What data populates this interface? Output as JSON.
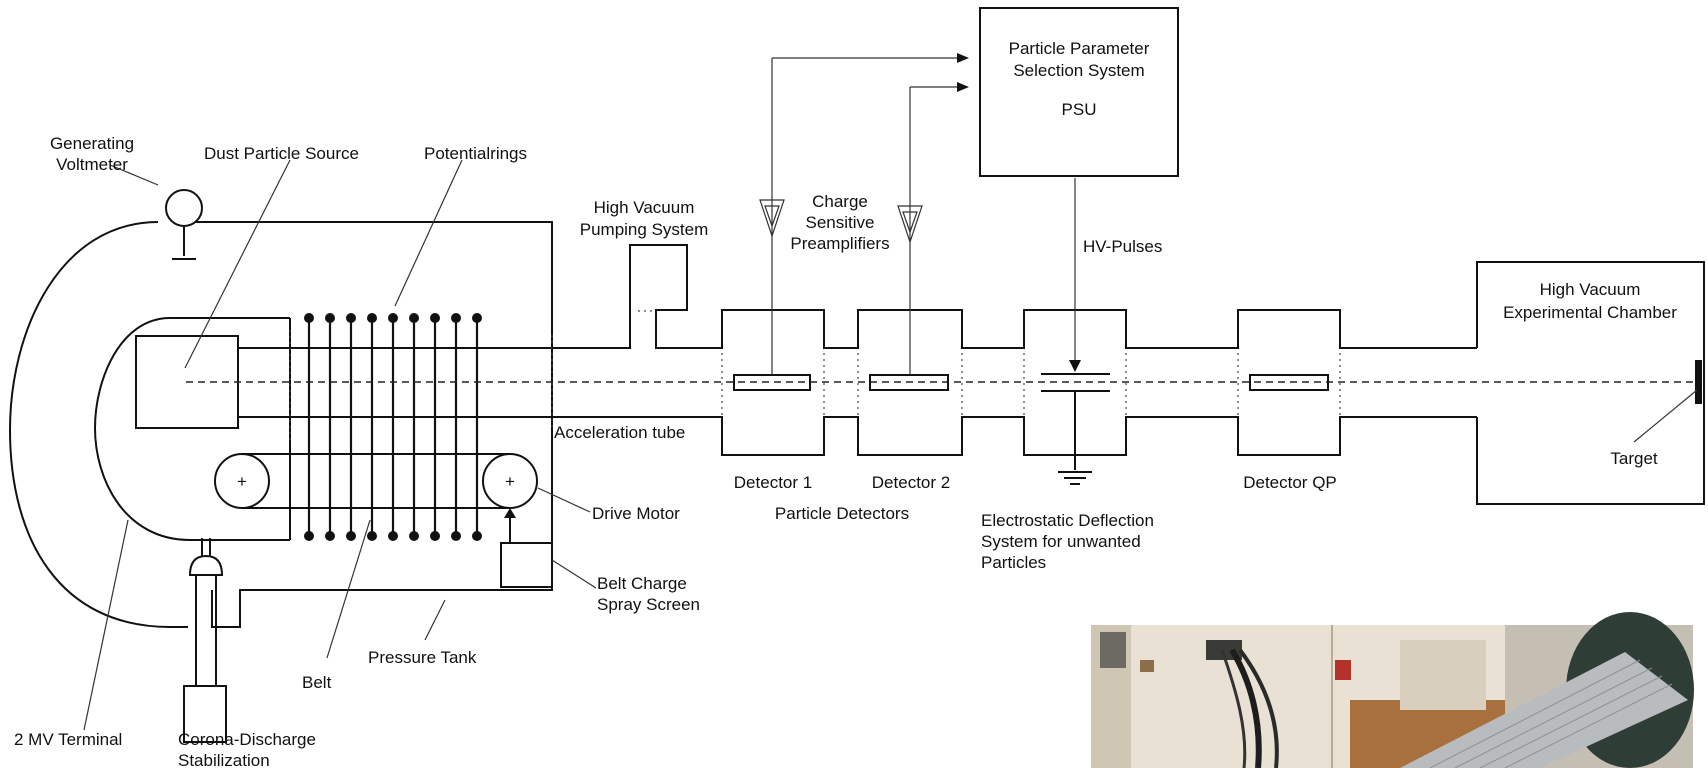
{
  "labels": {
    "generating_voltmeter_1": "Generating",
    "generating_voltmeter_2": "Voltmeter",
    "dust_particle_source": "Dust Particle Source",
    "potentialrings": "Potentialrings",
    "high_vacuum_pumping_1": "High Vacuum",
    "high_vacuum_pumping_2": "Pumping System",
    "charge_sensitive_1": "Charge",
    "charge_sensitive_2": "Sensitive",
    "charge_sensitive_3": "Preamplifiers",
    "pps_1": "Particle Parameter",
    "pps_2": "Selection System",
    "psu": "PSU",
    "hv_pulses": "HV-Pulses",
    "chamber_1": "High Vacuum",
    "chamber_2": "Experimental Chamber",
    "acceleration_tube": "Acceleration tube",
    "detector_1": "Detector 1",
    "detector_2": "Detector 2",
    "detector_qp": "Detector QP",
    "particle_detectors": "Particle Detectors",
    "deflection_1": "Electrostatic Deflection",
    "deflection_2": "System for unwanted",
    "deflection_3": "Particles",
    "target": "Target",
    "drive_motor": "Drive Motor",
    "belt_charge_1": "Belt Charge",
    "belt_charge_2": "Spray Screen",
    "pressure_tank": "Pressure Tank",
    "belt": "Belt",
    "terminal": "2 MV Terminal",
    "corona_1": "Corona-Discharge",
    "corona_2": "Stabilization",
    "pulley_symbol": "+"
  },
  "photo": {
    "wall_color": "#e8e1d4",
    "floor_color": "#a8703c",
    "tube_color": "#b9bcbf",
    "flange_color": "#2e3d36"
  }
}
